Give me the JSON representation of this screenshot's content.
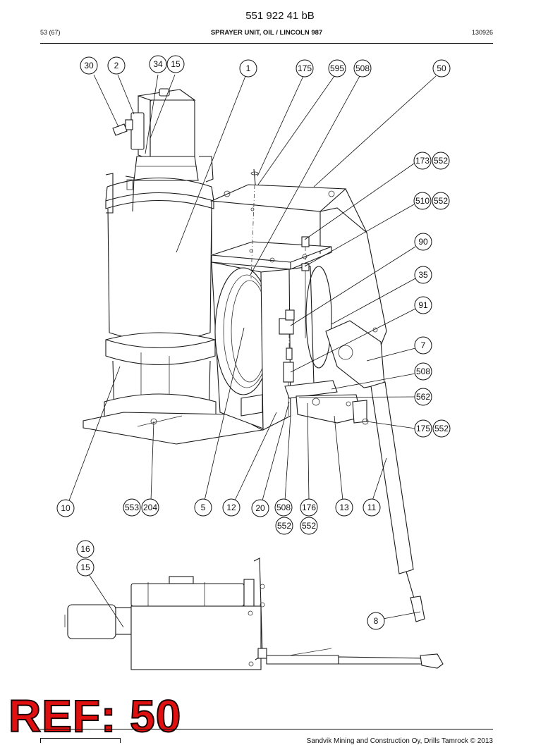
{
  "header": {
    "doc_number": "551 922 41 bB",
    "page": "53 (67)",
    "title": "SPRAYER UNIT, OIL / LINCOLN 987",
    "code": "130926"
  },
  "footer": {
    "copyright": "Sandvik Mining and Construction Oy, Drills Tamrock © 2013"
  },
  "stamp": {
    "text": "REF: 50",
    "color": "#e01010"
  },
  "callouts": [
    {
      "id": "c-30",
      "label": "30"
    },
    {
      "id": "c-2",
      "label": "2"
    },
    {
      "id": "c-34",
      "label": "34"
    },
    {
      "id": "c-15a",
      "label": "15"
    },
    {
      "id": "c-1",
      "label": "1"
    },
    {
      "id": "c-175a",
      "label": "175"
    },
    {
      "id": "c-595",
      "label": "595"
    },
    {
      "id": "c-508a",
      "label": "508"
    },
    {
      "id": "c-50",
      "label": "50"
    },
    {
      "id": "c-173",
      "label": "173"
    },
    {
      "id": "c-552a",
      "label": "552"
    },
    {
      "id": "c-510",
      "label": "510"
    },
    {
      "id": "c-552b",
      "label": "552"
    },
    {
      "id": "c-90",
      "label": "90"
    },
    {
      "id": "c-35",
      "label": "35"
    },
    {
      "id": "c-91",
      "label": "91"
    },
    {
      "id": "c-7",
      "label": "7"
    },
    {
      "id": "c-508b",
      "label": "508"
    },
    {
      "id": "c-562",
      "label": "562"
    },
    {
      "id": "c-175b",
      "label": "175"
    },
    {
      "id": "c-552c",
      "label": "552"
    },
    {
      "id": "c-10",
      "label": "10"
    },
    {
      "id": "c-553",
      "label": "553"
    },
    {
      "id": "c-204",
      "label": "204"
    },
    {
      "id": "c-5",
      "label": "5"
    },
    {
      "id": "c-12",
      "label": "12"
    },
    {
      "id": "c-20",
      "label": "20"
    },
    {
      "id": "c-508c",
      "label": "508"
    },
    {
      "id": "c-552d",
      "label": "552"
    },
    {
      "id": "c-176",
      "label": "176"
    },
    {
      "id": "c-552e",
      "label": "552"
    },
    {
      "id": "c-13",
      "label": "13"
    },
    {
      "id": "c-11",
      "label": "11"
    },
    {
      "id": "c-16",
      "label": "16"
    },
    {
      "id": "c-15b",
      "label": "15"
    },
    {
      "id": "c-8",
      "label": "8"
    }
  ]
}
